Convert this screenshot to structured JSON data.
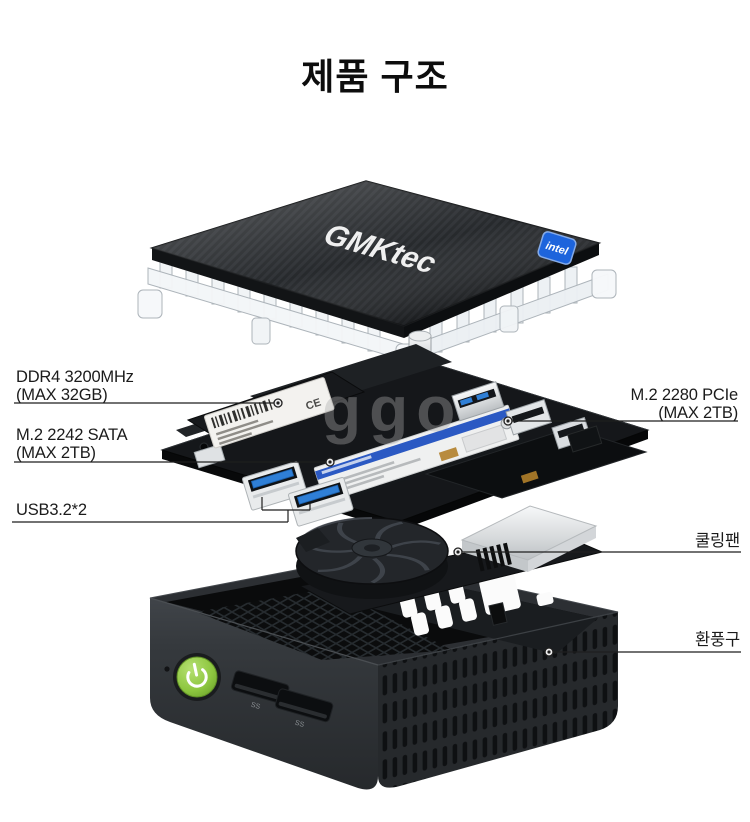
{
  "page": {
    "title": "제품 구조",
    "background_color": "#ffffff",
    "watermark": "ggo"
  },
  "device": {
    "brand_logo": "GMKtec",
    "cpu_badge_label": "intel",
    "ram_label_mark": "CE",
    "usb_port_marking": "SS"
  },
  "callouts": {
    "ddr4": {
      "line1": "DDR4 3200MHz",
      "line2": "(MAX 32GB)"
    },
    "m2_sata": {
      "line1": "M.2 2242 SATA",
      "line2": "(MAX 2TB)"
    },
    "usb": {
      "line1": "USB3.2*2"
    },
    "m2_pcie": {
      "line1": "M.2 2280 PCIe",
      "line2": "(MAX 2TB)"
    },
    "cooling_fan": {
      "line1": "쿨링팬"
    },
    "vent": {
      "line1": "환풍구"
    }
  },
  "colors": {
    "accent_green": "#8dc63f",
    "badge_blue": "#1d64dc",
    "ssd_stripe_blue": "#2b59c3",
    "usb_blue": "#2f7fd6"
  }
}
